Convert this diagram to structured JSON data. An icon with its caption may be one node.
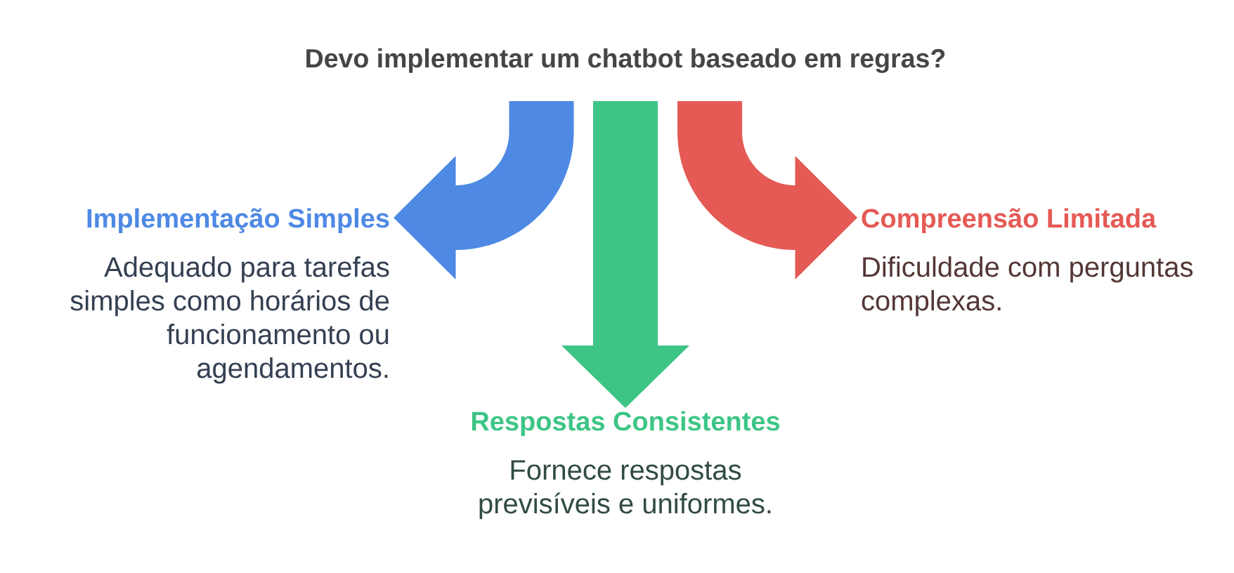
{
  "diagram": {
    "title": "Devo implementar um chatbot baseado em regras?",
    "nodes": [
      {
        "text": [
          "Implementação Simples",
          "Adequado para tarefas simples como horários de funcionamento ou agendamentos."
        ]
      },
      {
        "text": [
          "Compreensão Limitada",
          "Dificuldade com perguntas complexas."
        ]
      },
      {
        "text": [
          "Respostas Consistentes",
          "Fornece respostas previsíveis e uniformes."
        ]
      }
    ],
    "edges": [
      {
        "from": null,
        "to": 0,
        "arrow": "to",
        "color": "#4e89e4"
      },
      {
        "from": null,
        "to": 2,
        "arrow": "to",
        "color": "#3dc585"
      },
      {
        "from": null,
        "to": 1,
        "arrow": "to",
        "color": "#e55a55"
      }
    ]
  }
}
